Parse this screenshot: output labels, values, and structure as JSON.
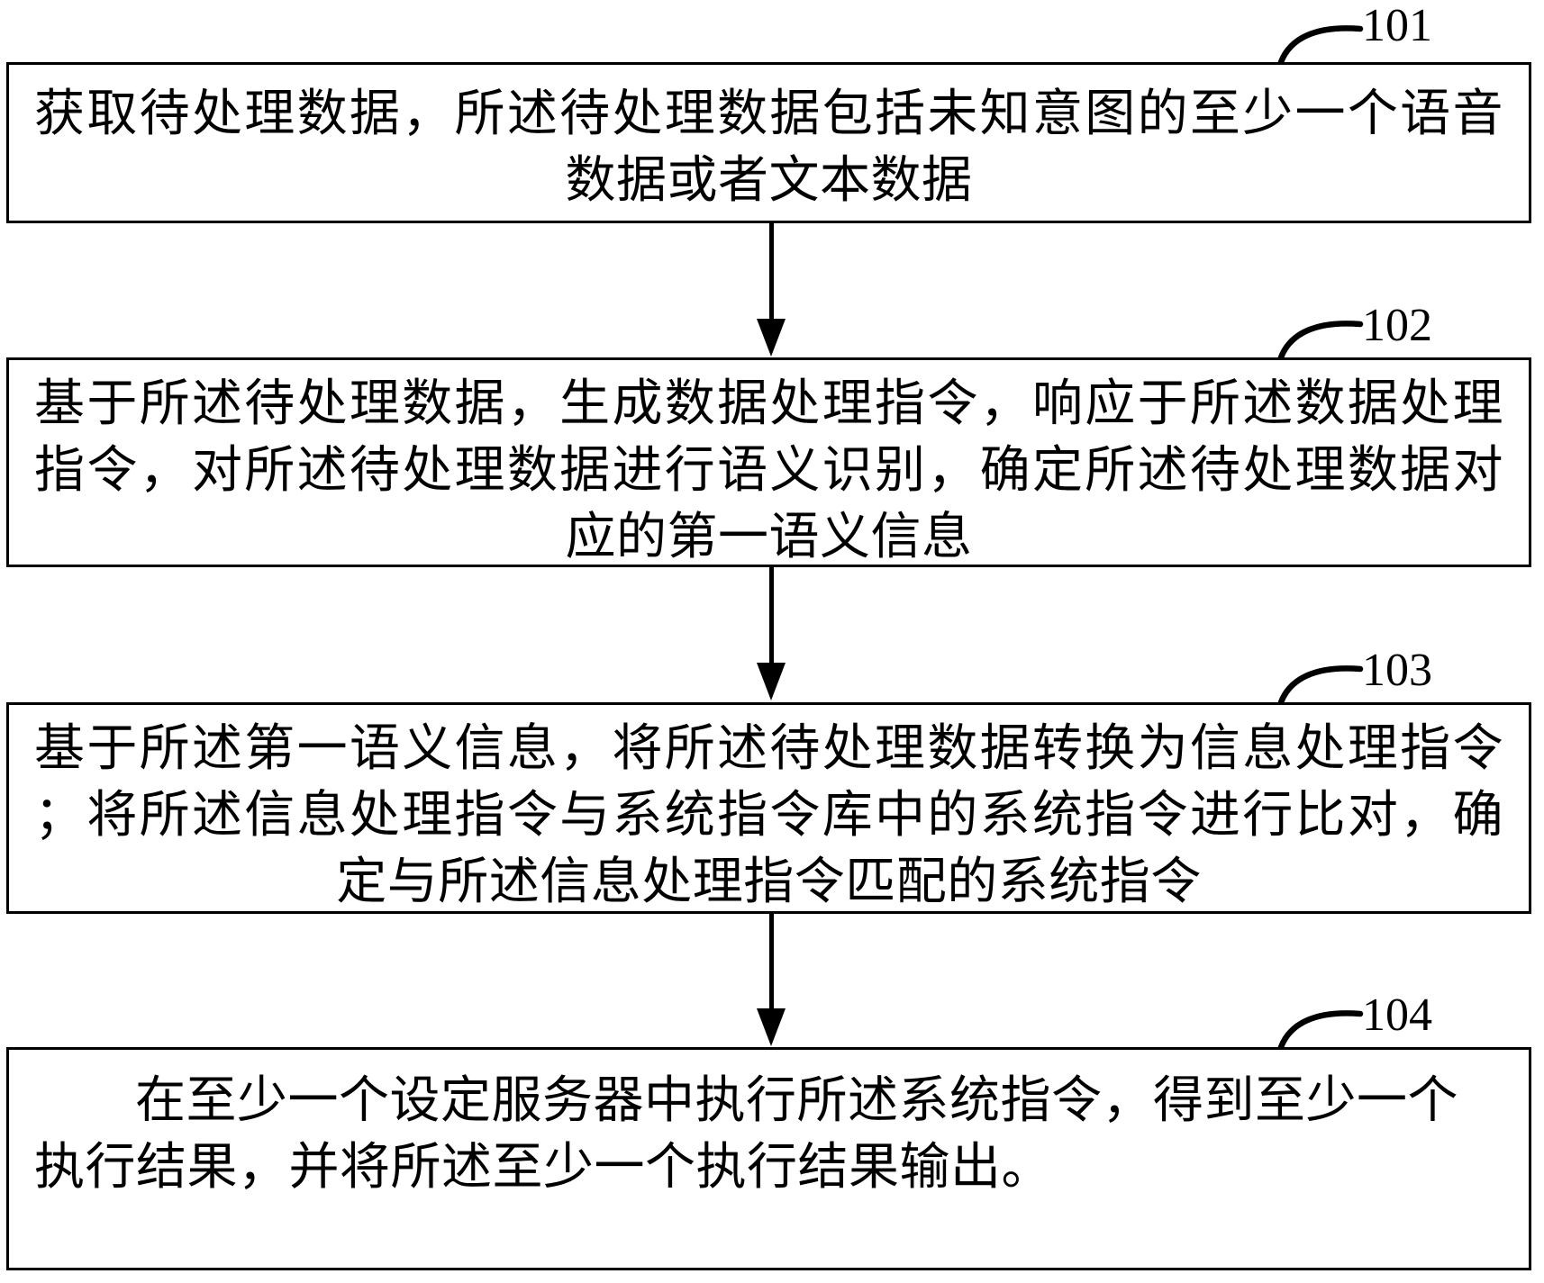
{
  "flow": {
    "title": "patent-method-flowchart",
    "colors": {
      "ink": "#000000",
      "background": "#ffffff"
    },
    "steps": [
      {
        "ref": "101",
        "lines": [
          "获取待处理数据，所述待处理数据包括未知意图的至少一个语音",
          "数据或者文本数据"
        ]
      },
      {
        "ref": "102",
        "lines": [
          "基于所述待处理数据，生成数据处理指令，响应于所述数据处理",
          "指令，对所述待处理数据进行语义识别，确定所述待处理数据对",
          "应的第一语义信息"
        ]
      },
      {
        "ref": "103",
        "lines": [
          "基于所述第一语义信息，将所述待处理数据转换为信息处理指令",
          "；将所述信息处理指令与系统指令库中的系统指令进行比对，确",
          "定与所述信息处理指令匹配的系统指令"
        ]
      },
      {
        "ref": "104",
        "lines": [
          "在至少一个设定服务器中执行所述系统指令，得到至少一个",
          "执行结果，并将所述至少一个执行结果输出。"
        ]
      }
    ]
  }
}
